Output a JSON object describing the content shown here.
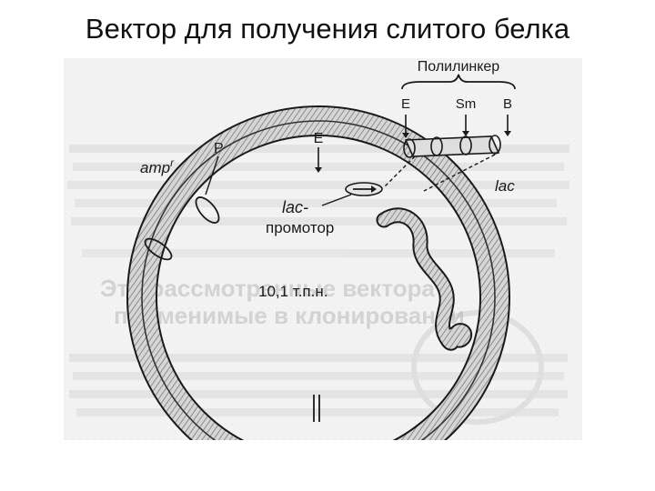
{
  "slide": {
    "title": "Вектор для получения слитого белка"
  },
  "diagram": {
    "polylinker_label": "Полилинкер",
    "sites": [
      "E",
      "Sm",
      "B"
    ],
    "ampr_label": "amp",
    "ampr_sup": "r",
    "p_label": "P",
    "e_label": "E",
    "lac_gene_label": "lac",
    "lac_promoter_line1": "lac-",
    "lac_promoter_line2": "промотор",
    "size_label": "10,1 т.п.н."
  },
  "background_text": {
    "line1": "Эти рассмотренные вектора",
    "line2": "применимые в клонировании"
  }
}
